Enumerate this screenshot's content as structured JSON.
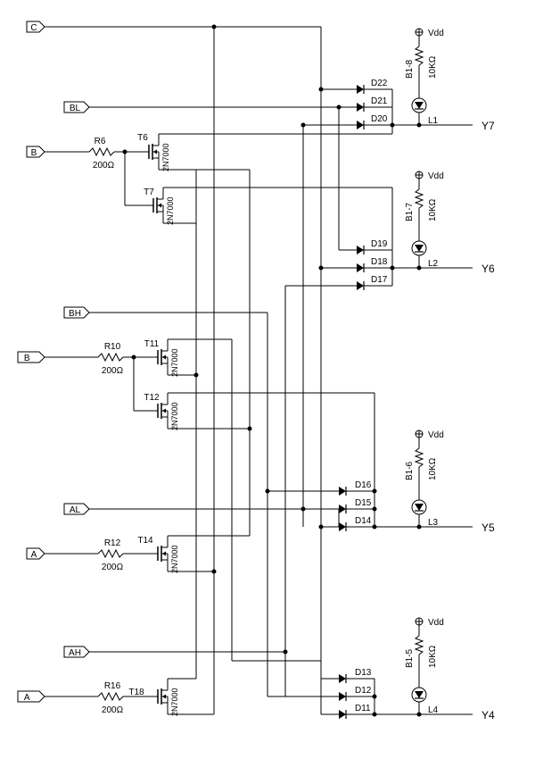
{
  "inputs": {
    "C": "C",
    "BL": "BL",
    "B": "B",
    "BH": "BH",
    "B_": "B_",
    "AL": "AL",
    "A": "A",
    "AH": "AH",
    "A_": "A_"
  },
  "resistors": {
    "R6": {
      "name": "R6",
      "value": "200Ω"
    },
    "R10": {
      "name": "R10",
      "value": "200Ω"
    },
    "R12": {
      "name": "R12",
      "value": "200Ω"
    },
    "R16": {
      "name": "R16",
      "value": "200Ω"
    }
  },
  "transistors": {
    "T6": "T6",
    "T7": "T7",
    "T11": "T11",
    "T12": "T12",
    "T14": "T14",
    "T18": "T18",
    "part": "2N7000"
  },
  "diodes": [
    "D11",
    "D12",
    "D13",
    "D14",
    "D15",
    "D16",
    "D17",
    "D18",
    "D19",
    "D20",
    "D21",
    "D22"
  ],
  "leds": {
    "L1": "L1",
    "L2": "L2",
    "L3": "L3",
    "L4": "L4"
  },
  "pullups": {
    "B1_8": {
      "name": "B1-8",
      "value": "10KΩ"
    },
    "B1_7": {
      "name": "B1-7",
      "value": "10KΩ"
    },
    "B1_6": {
      "name": "B1-6",
      "value": "10KΩ"
    },
    "B1_5": {
      "name": "B1-5",
      "value": "10KΩ"
    }
  },
  "supply": "Vdd",
  "outputs": {
    "Y7": "Y7",
    "Y6": "Y6",
    "Y5": "Y5",
    "Y4": "Y4"
  }
}
